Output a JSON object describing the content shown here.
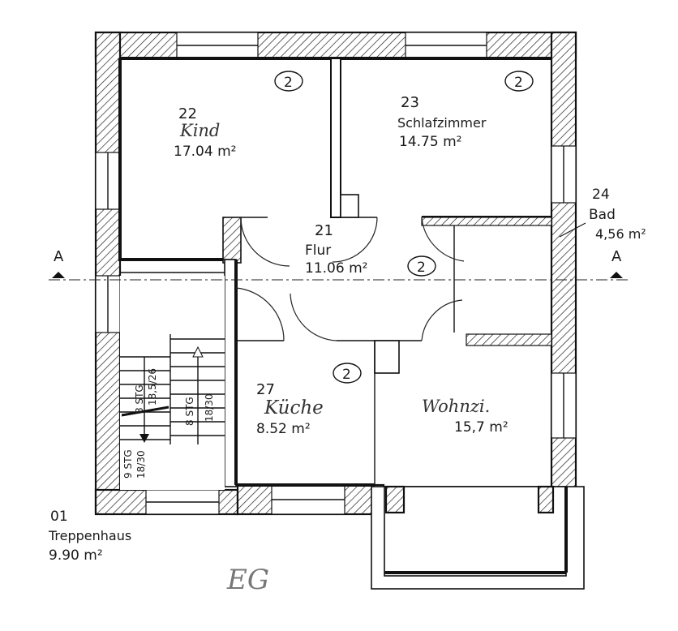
{
  "rooms": [
    {
      "id": "22",
      "num": "22",
      "name": "Kind",
      "area": "17.04 m²",
      "badge": "2"
    },
    {
      "id": "23",
      "num": "23",
      "name": "Schlafzimmer",
      "area": "14.75 m²",
      "badge": "2"
    },
    {
      "id": "24",
      "num": "24",
      "name": "Bad",
      "area": "4,56 m²"
    },
    {
      "id": "21",
      "num": "21",
      "name": "Flur",
      "area": "11.06 m²",
      "badge": "2"
    },
    {
      "id": "27",
      "num": "27",
      "name": "Küche",
      "area": "8.52 m²",
      "badge": "2"
    },
    {
      "id": "wohnzi",
      "name": "Wohnzi.",
      "area": "15,7 m²"
    },
    {
      "id": "01",
      "num": "01",
      "name": "Treppenhaus",
      "area": "9.90 m²"
    }
  ],
  "stairs": {
    "left_upper": "8 STG",
    "left_upper_dim": "18,5/26",
    "left_lower": "9 STG",
    "left_lower_dim": "18/30",
    "right": "8 STG",
    "right_dim": "18/30"
  },
  "section_marker": "A",
  "floor_label": "EG"
}
